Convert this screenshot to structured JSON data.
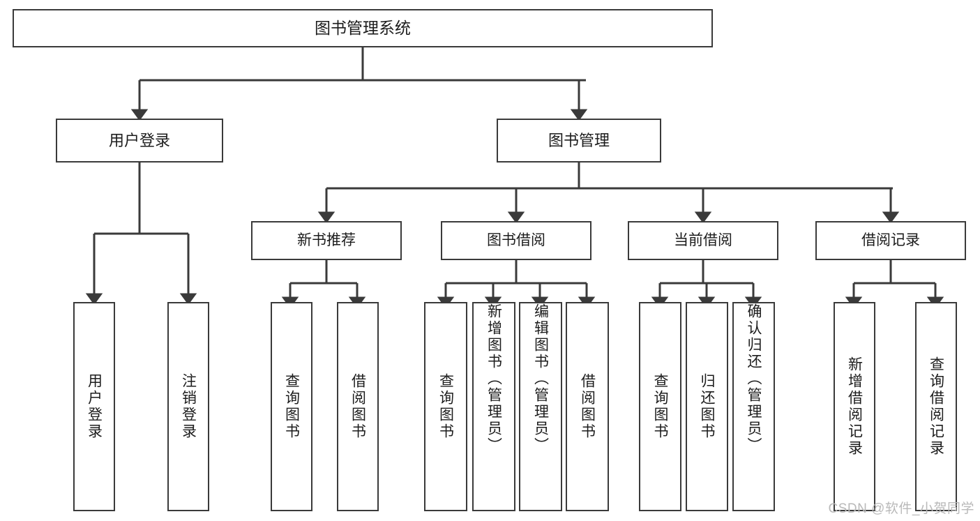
{
  "diagram": {
    "type": "tree-hierarchy",
    "title": "图书管理系统",
    "root": {
      "label": "图书管理系统"
    },
    "level2": [
      {
        "label": "用户登录"
      },
      {
        "label": "图书管理"
      }
    ],
    "level3": [
      {
        "label": "新书推荐"
      },
      {
        "label": "图书借阅"
      },
      {
        "label": "当前借阅"
      },
      {
        "label": "借阅记录"
      }
    ],
    "leaves": {
      "user_login": [
        {
          "label": "用户登录"
        },
        {
          "label": "注销登录"
        }
      ],
      "new_book": [
        {
          "label": "查询图书"
        },
        {
          "label": "借阅图书"
        }
      ],
      "book_borrow": [
        {
          "label": "查询图书"
        },
        {
          "label": "新增图书（管理员）"
        },
        {
          "label": "编辑图书（管理员）"
        },
        {
          "label": "借阅图书"
        }
      ],
      "current_borrow": [
        {
          "label": "查询图书"
        },
        {
          "label": "归还图书"
        },
        {
          "label": "确认归还（管理员）"
        }
      ],
      "borrow_record": [
        {
          "label": "新增借阅记录"
        },
        {
          "label": "查询借阅记录"
        }
      ]
    }
  },
  "watermark": {
    "text": "CSDN @软件_小贺同学"
  },
  "colors": {
    "stroke": "#3a3a3a",
    "text": "#1c1c1c",
    "background": "#ffffff",
    "watermark": "#b9b9b9"
  }
}
